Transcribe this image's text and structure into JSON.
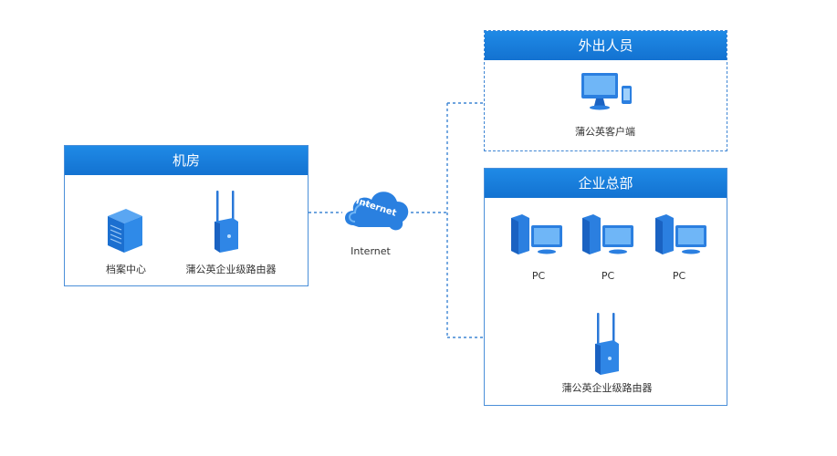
{
  "server_room": {
    "title": "机房",
    "archive_center": "档案中心",
    "router": "蒲公英企业级路由器"
  },
  "internet": {
    "cloud_text": "Internet",
    "label": "Internet"
  },
  "remote_staff": {
    "title": "外出人员",
    "client": "蒲公英客户端"
  },
  "headquarters": {
    "title": "企业总部",
    "pcs": [
      "PC",
      "PC",
      "PC"
    ],
    "router": "蒲公英企业级路由器"
  },
  "colors": {
    "header_blue": "#1a7fe0",
    "device_blue": "#2c7fe0",
    "link_dotted": "#3f86d4"
  }
}
